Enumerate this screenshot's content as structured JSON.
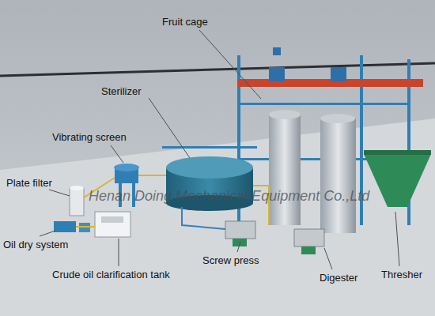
{
  "diagram": {
    "labels": [
      "Fruit cage",
      "Sterilizer",
      "Vibrating screen",
      "Plate filter",
      "Oil dry system",
      "Crude oil clarification tank",
      "Screw press",
      "Digester",
      "Thresher",
      "Henan Doing Mechanical Equipment Co.,Ltd"
    ]
  }
}
